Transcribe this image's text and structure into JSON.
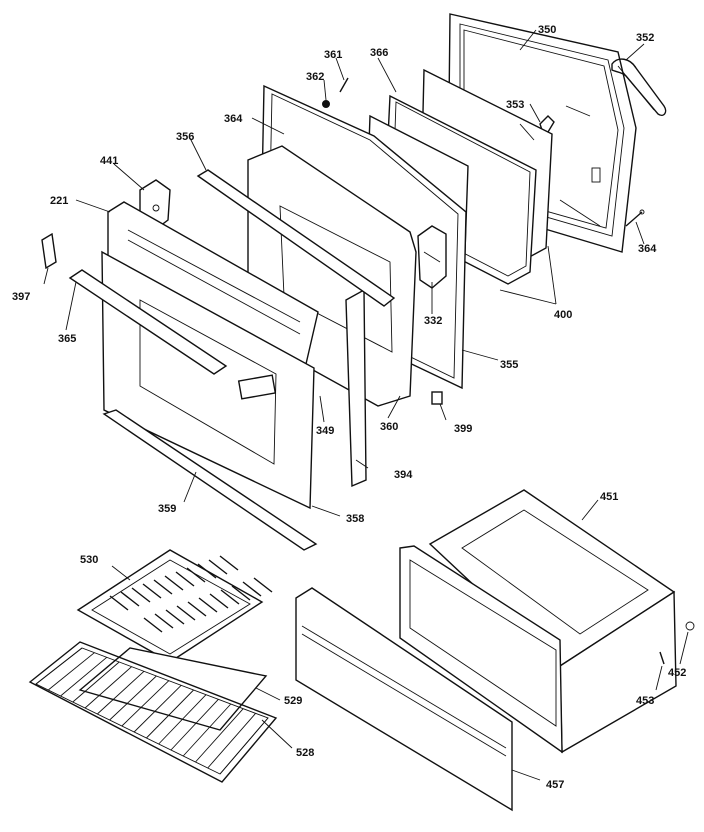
{
  "callouts": [
    {
      "id": "c350",
      "label": "350"
    },
    {
      "id": "c352",
      "label": "352"
    },
    {
      "id": "c361",
      "label": "361"
    },
    {
      "id": "c366",
      "label": "366"
    },
    {
      "id": "c362",
      "label": "362"
    },
    {
      "id": "c353",
      "label": "353"
    },
    {
      "id": "c364a",
      "label": "364"
    },
    {
      "id": "c356",
      "label": "356"
    },
    {
      "id": "c441",
      "label": "441"
    },
    {
      "id": "c221",
      "label": "221"
    },
    {
      "id": "c364b",
      "label": "364"
    },
    {
      "id": "c397",
      "label": "397"
    },
    {
      "id": "c400",
      "label": "400"
    },
    {
      "id": "c332",
      "label": "332"
    },
    {
      "id": "c365",
      "label": "365"
    },
    {
      "id": "c355",
      "label": "355"
    },
    {
      "id": "c349",
      "label": "349"
    },
    {
      "id": "c360",
      "label": "360"
    },
    {
      "id": "c399",
      "label": "399"
    },
    {
      "id": "c394",
      "label": "394"
    },
    {
      "id": "c359",
      "label": "359"
    },
    {
      "id": "c358",
      "label": "358"
    },
    {
      "id": "c451",
      "label": "451"
    },
    {
      "id": "c530",
      "label": "530"
    },
    {
      "id": "c452",
      "label": "452"
    },
    {
      "id": "c453",
      "label": "453"
    },
    {
      "id": "c529",
      "label": "529"
    },
    {
      "id": "c528",
      "label": "528"
    },
    {
      "id": "c457",
      "label": "457"
    }
  ]
}
